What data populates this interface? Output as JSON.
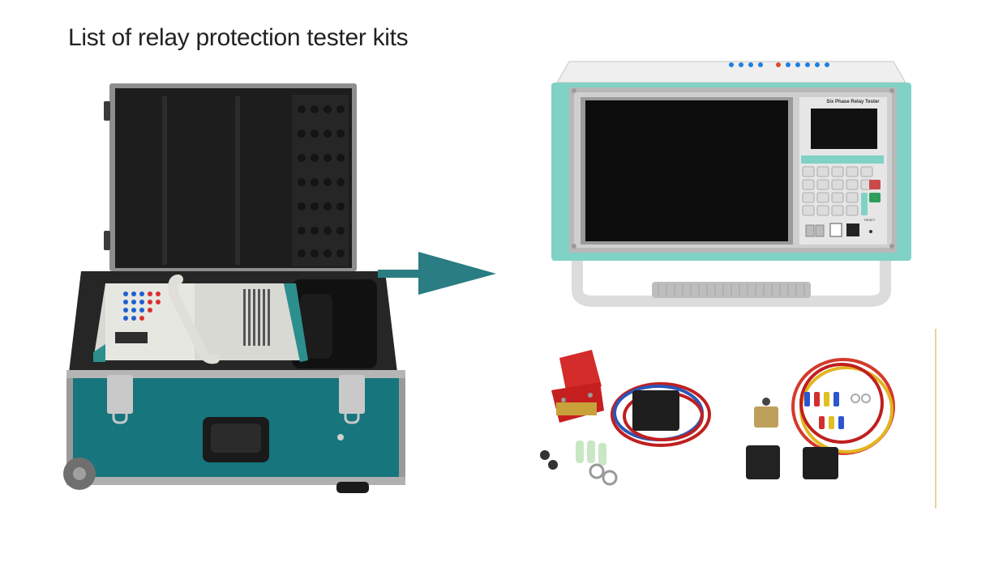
{
  "page": {
    "title": "List of relay protection tester kits"
  },
  "tester": {
    "front_label": "Six Phase Relay Tester",
    "reset_label": "RESET"
  },
  "colors": {
    "case_teal": "#17757d",
    "panel_teal": "#7fd2c5",
    "arrow": "#2a7d82",
    "frame": "#a9a9a9",
    "screen": "#0d0d0d"
  },
  "icons": [
    "arrow-right-icon",
    "usb-icon",
    "ethernet-icon"
  ]
}
